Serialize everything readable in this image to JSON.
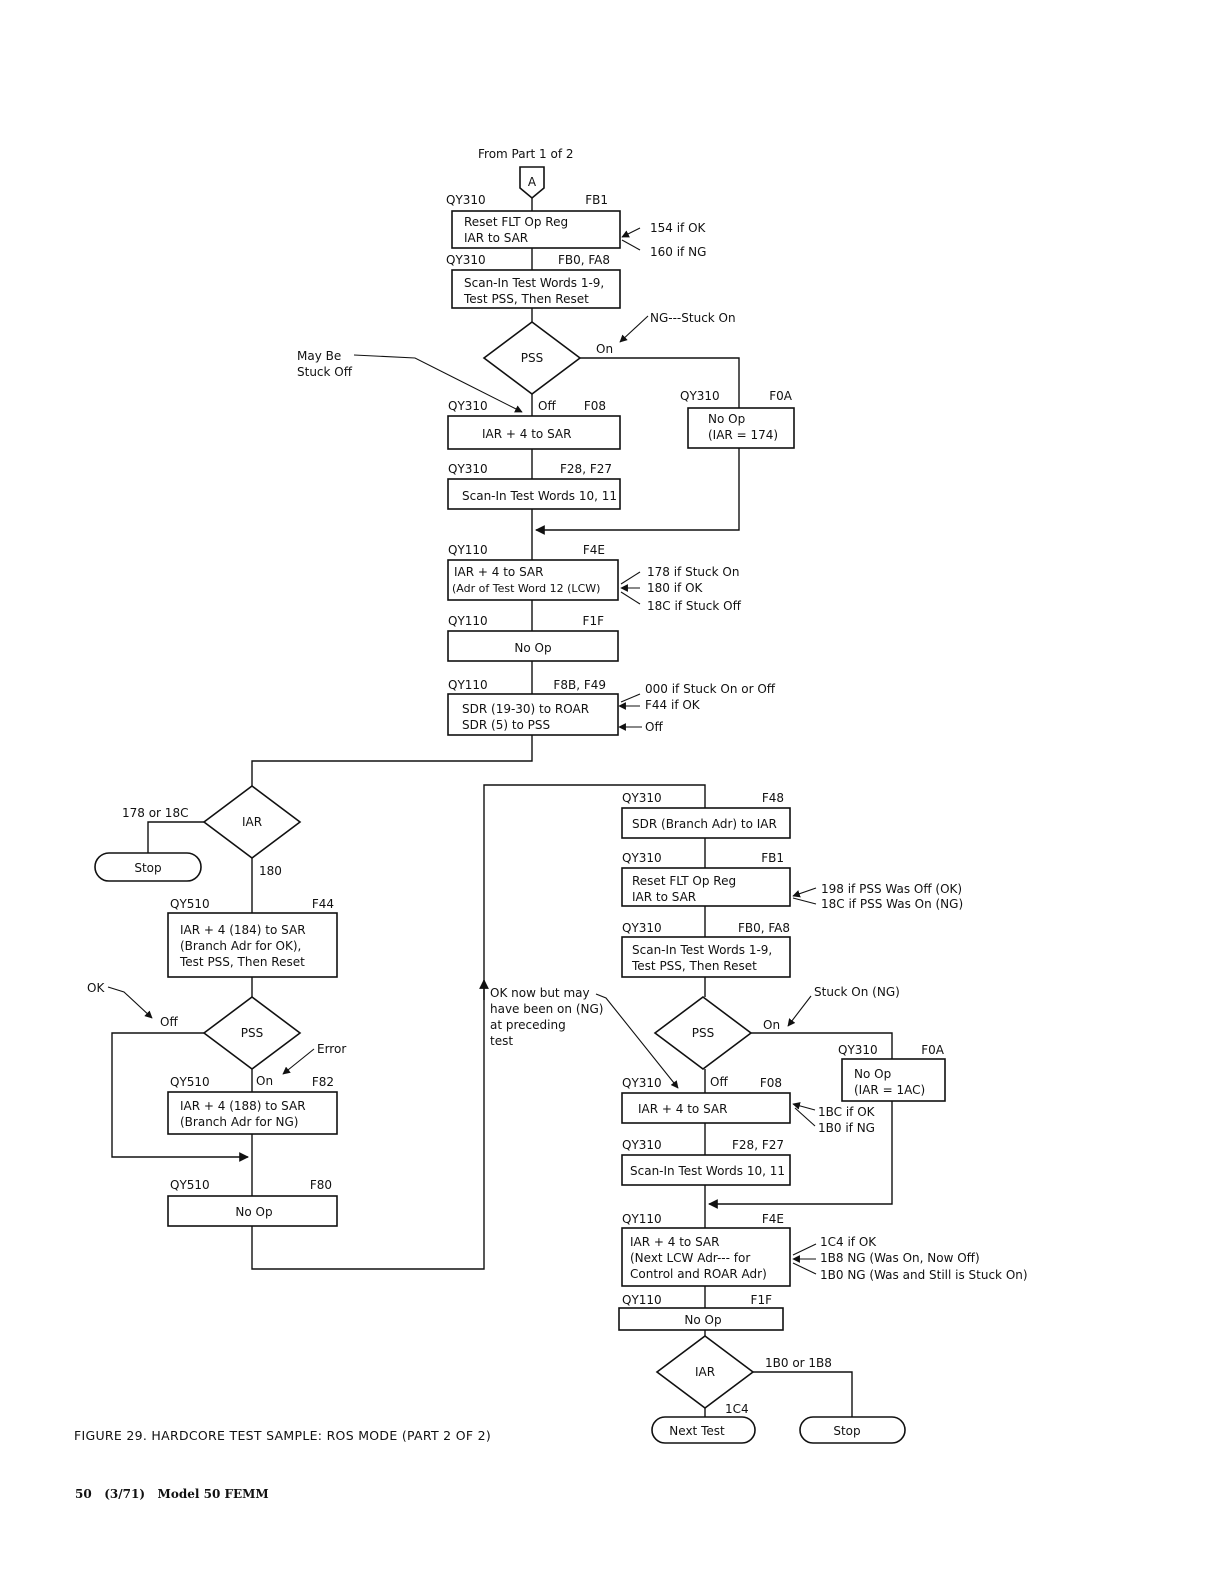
{
  "connector_top": {
    "label": "From Part 1 of 2",
    "letter": "A"
  },
  "blocks": {
    "b1": {
      "loc": "QY310",
      "addr": "FB1",
      "lines": [
        "Reset FLT Op Reg",
        "IAR to SAR"
      ]
    },
    "b2": {
      "loc": "QY310",
      "addr": "FB0, FA8",
      "lines": [
        "Scan-In Test Words 1-9,",
        "Test PSS, Then Reset"
      ]
    },
    "b3": {
      "loc": "QY310",
      "addr": "F08",
      "lines": [
        "IAR + 4 to SAR"
      ]
    },
    "b3r": {
      "loc": "QY310",
      "addr": "F0A",
      "lines": [
        "No Op",
        "(IAR = 174)"
      ]
    },
    "b4": {
      "loc": "QY310",
      "addr": "F28, F27",
      "lines": [
        "Scan-In Test Words 10, 11"
      ]
    },
    "b5": {
      "loc": "QY110",
      "addr": "F4E",
      "lines": [
        "IAR + 4 to SAR",
        "(Adr of Test Word 12 (LCW)"
      ]
    },
    "b6": {
      "loc": "QY110",
      "addr": "F1F",
      "lines": [
        "No Op"
      ]
    },
    "b7": {
      "loc": "QY110",
      "addr": "F8B, F49",
      "lines": [
        "SDR (19-30) to ROAR",
        "SDR (5) to PSS"
      ]
    },
    "l1": {
      "loc": "QY510",
      "addr": "F44",
      "lines": [
        "IAR + 4 (184) to SAR",
        "(Branch Adr for OK),",
        "Test PSS, Then Reset"
      ]
    },
    "l2": {
      "loc": "QY510",
      "addr": "F82",
      "lines": [
        "IAR + 4 (188) to SAR",
        "(Branch Adr for NG)"
      ]
    },
    "l3": {
      "loc": "QY510",
      "addr": "F80",
      "lines": [
        "No Op"
      ]
    },
    "r1": {
      "loc": "QY310",
      "addr": "F48",
      "lines": [
        "SDR (Branch Adr) to IAR"
      ]
    },
    "r2": {
      "loc": "QY310",
      "addr": "FB1",
      "lines": [
        "Reset FLT Op Reg",
        "IAR to SAR"
      ]
    },
    "r3": {
      "loc": "QY310",
      "addr": "FB0, FA8",
      "lines": [
        "Scan-In Test Words 1-9,",
        "Test PSS, Then Reset"
      ]
    },
    "r4": {
      "loc": "QY310",
      "addr": "F08",
      "lines": [
        "IAR + 4 to SAR"
      ]
    },
    "r4r": {
      "loc": "QY310",
      "addr": "F0A",
      "lines": [
        "No Op",
        "(IAR = 1AC)"
      ]
    },
    "r5": {
      "loc": "QY310",
      "addr": "F28, F27",
      "lines": [
        "Scan-In Test Words 10, 11"
      ]
    },
    "r6": {
      "loc": "QY110",
      "addr": "F4E",
      "lines": [
        "IAR + 4 to SAR",
        "(Next LCW Adr--- for",
        "Control and ROAR Adr)"
      ]
    },
    "r7": {
      "loc": "QY110",
      "addr": "F1F",
      "lines": [
        "No Op"
      ]
    }
  },
  "decisions": {
    "d1": {
      "text": "PSS",
      "on": "On",
      "off": "Off"
    },
    "d2": {
      "text": "IAR",
      "left": "178 or 18C",
      "down": "180"
    },
    "d3": {
      "text": "PSS",
      "off": "Off",
      "on": "On"
    },
    "d4": {
      "text": "PSS",
      "on": "On",
      "off": "Off"
    },
    "d5": {
      "text": "IAR",
      "right": "1B0 or 1B8",
      "down": "1C4"
    }
  },
  "terminals": {
    "stop_left": "Stop",
    "next_test": "Next Test",
    "stop_right": "Stop"
  },
  "notes": {
    "b1_results": [
      "154 if OK",
      "160 if NG"
    ],
    "d1_stuck_on": "NG---Stuck On",
    "d1_stuck_off": [
      "May Be",
      "Stuck Off"
    ],
    "b5_results": [
      "178 if Stuck On",
      "180 if OK",
      "18C if Stuck Off"
    ],
    "b7_results": [
      "000 if Stuck On or Off",
      "F44 if OK",
      "Off"
    ],
    "ok_label": "OK",
    "error_label": "Error",
    "r2_results": [
      "198 if PSS Was Off (OK)",
      "18C if PSS Was On (NG)"
    ],
    "d4_stuck_on": "Stuck On (NG)",
    "ok_now": [
      "OK now but may",
      "have been on (NG)",
      "at preceding",
      "test"
    ],
    "r4_results": [
      "1BC if OK",
      "1B0 if NG"
    ],
    "r6_results": [
      "1C4 if OK",
      "1B8 NG (Was On, Now Off)",
      "1B0 NG (Was and Still is Stuck On)"
    ]
  },
  "caption": "FIGURE 29.  HARDCORE TEST SAMPLE: ROS MODE (PART 2 OF 2)",
  "footer": "50   (3/71)   Model 50 FEMM"
}
